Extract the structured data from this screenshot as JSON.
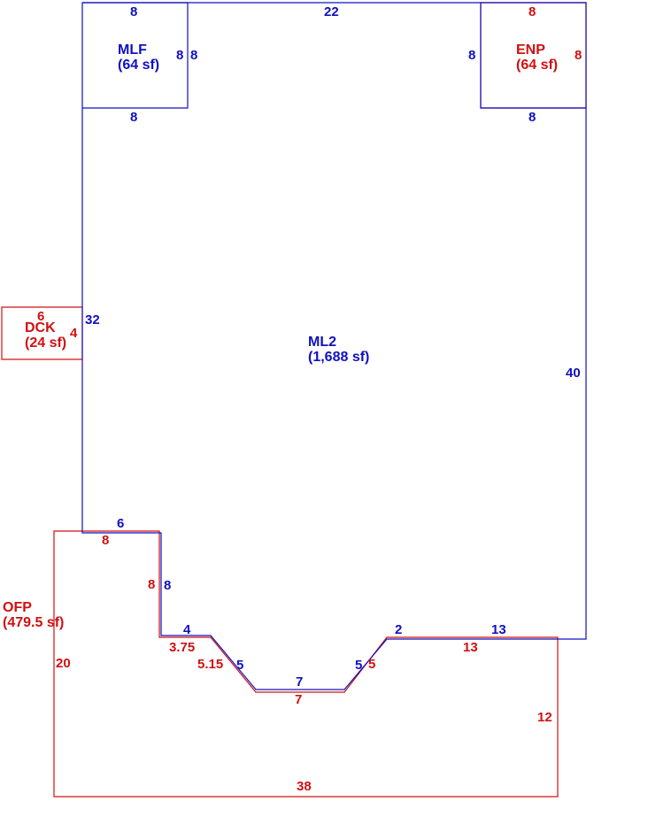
{
  "colors": {
    "blue": "#1010c0",
    "red": "#d01010"
  },
  "areas": {
    "mlf": {
      "name": "MLF",
      "sqft": "(64 sf)",
      "color": "blue"
    },
    "enp": {
      "name": "ENP",
      "sqft": "(64 sf)",
      "color": "red"
    },
    "dck": {
      "name": "DCK",
      "sqft": "(24 sf)",
      "color": "red"
    },
    "ml2": {
      "name": "ML2",
      "sqft": "(1,688 sf)",
      "color": "blue"
    },
    "ofp": {
      "name": "OFP",
      "sqft": "(479.5 sf)",
      "color": "red"
    }
  },
  "dimensions": {
    "mlf_top": "8",
    "mlf_right_outer": "8",
    "mlf_right_inner": "8",
    "mlf_bottom": "8",
    "ml2_top": "22",
    "enp_top": "8",
    "enp_left": "8",
    "enp_right": "8",
    "enp_bottom": "8",
    "dck_top": "6",
    "dck_right": "4",
    "ml2_left": "32",
    "ml2_right": "40",
    "ml2_notch_top": "6",
    "ofp_notch_top": "8",
    "ofp_notch_side": "8",
    "ml2_notch_side": "8",
    "ml2_step_left": "4",
    "ofp_step_left": "3.75",
    "ofp_diag_left": "5.15",
    "ml2_diag_left": "5",
    "ml2_bottom_mid": "7",
    "ofp_bottom_mid": "7",
    "ml2_diag_right": "5",
    "ofp_diag_right": "5",
    "ml2_step_right": "2",
    "ml2_bottom_right": "13",
    "ofp_bottom_right": "13",
    "ofp_left": "20",
    "ofp_right": "12",
    "ofp_bottom": "38"
  }
}
